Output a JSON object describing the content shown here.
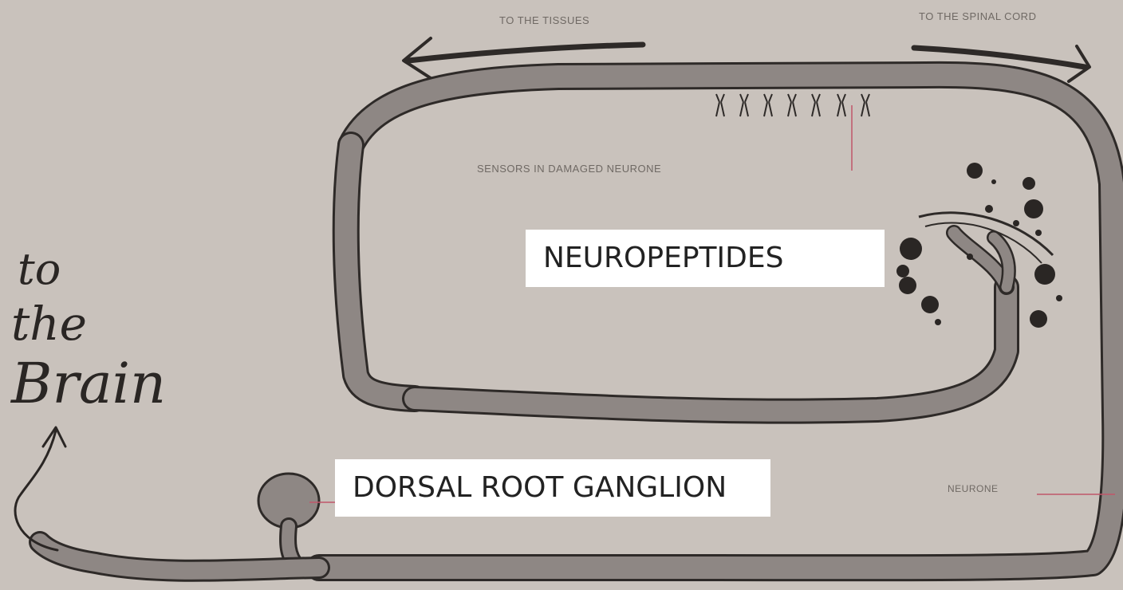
{
  "labels": {
    "to_tissues": "TO THE TISSUES",
    "to_spinal_cord": "TO THE SPINAL CORD",
    "sensors": "SENSORS IN DAMAGED NEURONE",
    "neurone": "NEURONE",
    "neuropeptides": "NEUROPEPTIDES",
    "dorsal_root_ganglion": "DORSAL ROOT GANGLION"
  },
  "handwriting": {
    "line1": "to",
    "line2": "the",
    "line3": "Brain"
  },
  "colors": {
    "background": "#c9c2bc",
    "neurone_fill": "#8e8784",
    "outline": "#2e2a28",
    "pointer_line": "#c0566a"
  }
}
